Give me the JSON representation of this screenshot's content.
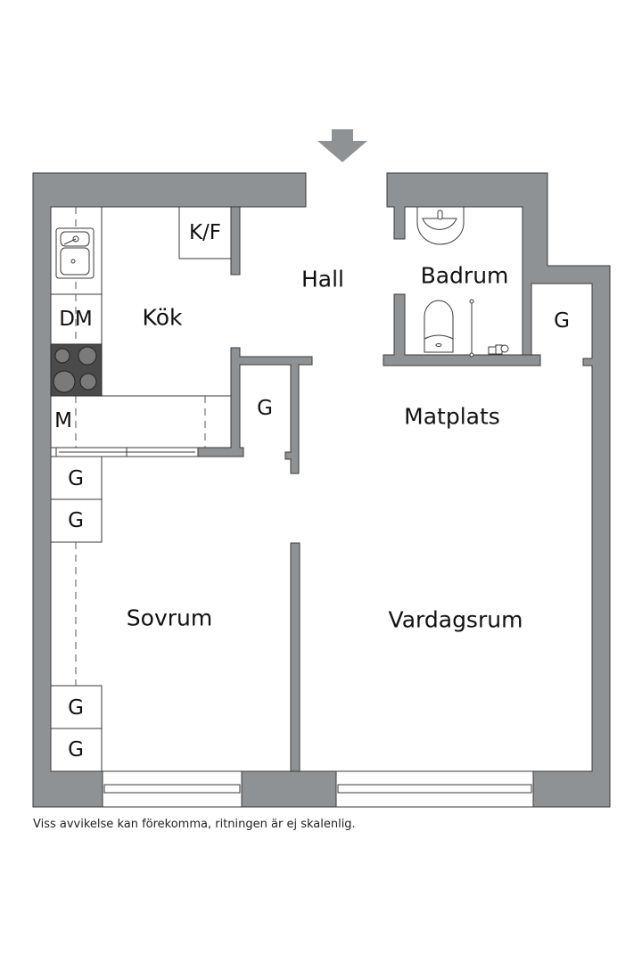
{
  "floorplan": {
    "entrance_marker": "entrance-arrow",
    "colors": {
      "wall": "#8f9294",
      "stove": "#4a4a4a",
      "background": "#ffffff"
    },
    "rooms": {
      "kok": "Kök",
      "hall": "Hall",
      "badrum": "Badrum",
      "matplats": "Matplats",
      "sovrum": "Sovrum",
      "vardagsrum": "Vardagsrum"
    },
    "fixtures": {
      "kf": "K/F",
      "dm": "DM",
      "m": "M",
      "g_hall": "G",
      "g_right": "G",
      "g_sov_1": "G",
      "g_sov_2": "G",
      "g_sov_3": "G",
      "g_sov_4": "G"
    },
    "disclaimer": "Viss avvikelse kan förekomma, ritningen är ej skalenlig."
  }
}
